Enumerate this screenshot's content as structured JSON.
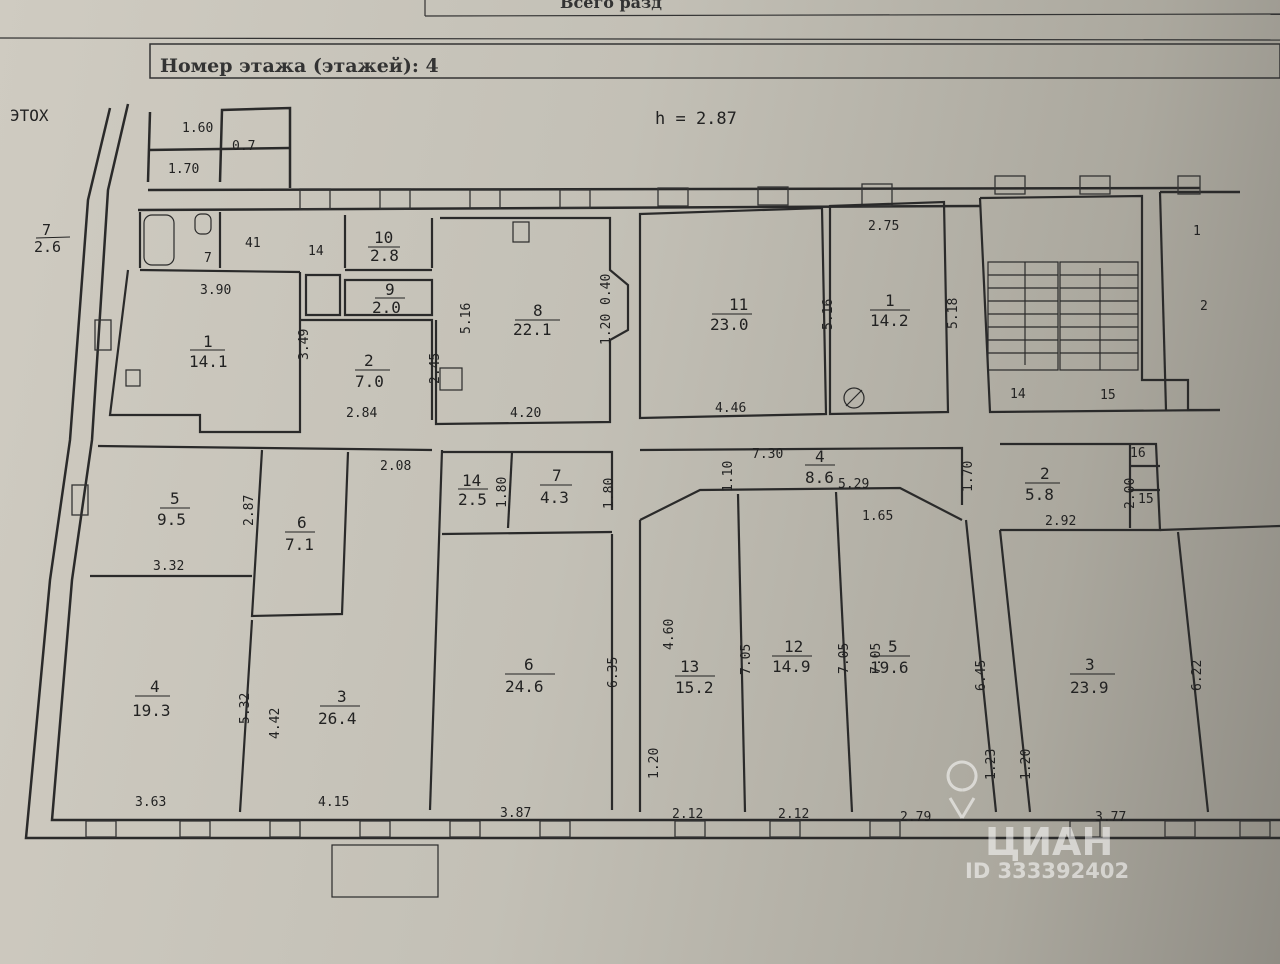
{
  "header": {
    "top_text": "Всего разд",
    "floor_label": "Номер этажа (этажей): 4"
  },
  "plan": {
    "corner_label": "ЭТОХ",
    "ceiling_height": "h = 2.87",
    "outside_room": {
      "number": "7",
      "area": "2.6"
    }
  },
  "rooms": [
    {
      "id": "r1",
      "number": "1",
      "area": "14.1"
    },
    {
      "id": "r10",
      "number": "10",
      "area": "2.8"
    },
    {
      "id": "r9",
      "number": "9",
      "area": "2.0"
    },
    {
      "id": "r2",
      "number": "2",
      "area": "7.0"
    },
    {
      "id": "r8",
      "number": "8",
      "area": "22.1"
    },
    {
      "id": "r11",
      "number": "11",
      "area": "23.0"
    },
    {
      "id": "r1b",
      "number": "1",
      "area": "14.2"
    },
    {
      "id": "r5",
      "number": "5",
      "area": "9.5"
    },
    {
      "id": "r6",
      "number": "6",
      "area": "7.1"
    },
    {
      "id": "r14",
      "number": "14",
      "area": "2.5"
    },
    {
      "id": "r7",
      "number": "7",
      "area": "4.3"
    },
    {
      "id": "r4c",
      "number": "4",
      "area": "8.6"
    },
    {
      "id": "r2b",
      "number": "2",
      "area": "5.8"
    },
    {
      "id": "r4",
      "number": "4",
      "area": "19.3"
    },
    {
      "id": "r3",
      "number": "3",
      "area": "26.4"
    },
    {
      "id": "r6b",
      "number": "6",
      "area": "24.6"
    },
    {
      "id": "r13",
      "number": "13",
      "area": "15.2"
    },
    {
      "id": "r12",
      "number": "12",
      "area": "14.9"
    },
    {
      "id": "r5b",
      "number": "5",
      "area": "19.6"
    },
    {
      "id": "r3b",
      "number": "3",
      "area": "23.9"
    }
  ],
  "dimensions": [
    "1.60",
    "0.7",
    "1.70",
    "41",
    "14",
    "7",
    "3.90",
    "3.49",
    "2.84",
    "2.45",
    "5.16",
    "1.20",
    "0.40",
    "4.20",
    "4.46",
    "5.16",
    "2.75",
    "5.18",
    "14",
    "15",
    "2",
    "1",
    "2.87",
    "3.32",
    "2.08",
    "1.80",
    "1.80",
    "7.30",
    "1.10",
    "5.29",
    "1.65",
    "1.70",
    "16",
    "2.00",
    "15",
    "2.92",
    "5.32",
    "4.42",
    "6.35",
    "4.60",
    "7.05",
    "7.05",
    "7.05",
    "6.45",
    "6.22",
    "1.20",
    "1.23",
    "1.20",
    "3.63",
    "4.15",
    "3.87",
    "2.12",
    "2.12",
    "2.79",
    "3.77"
  ],
  "watermark": {
    "brand": "ЦИАН",
    "id_text": "ID 333392402"
  }
}
